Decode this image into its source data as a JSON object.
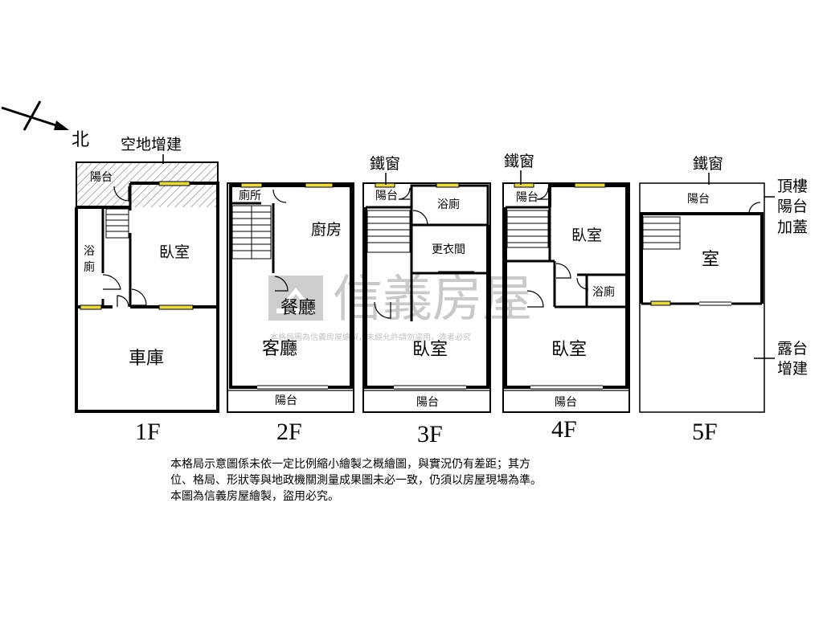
{
  "north_label": "北",
  "floors": [
    {
      "label": "1F",
      "rooms": {
        "balcony": "陽台",
        "bathroom_top": "浴",
        "bathroom_bottom": "廁",
        "bedroom": "臥室",
        "garage": "車庫"
      },
      "annotation": "空地增建"
    },
    {
      "label": "2F",
      "rooms": {
        "toilet": "廁所",
        "kitchen": "廚房",
        "dining": "餐廳",
        "living": "客廳",
        "balcony": "陽台"
      }
    },
    {
      "label": "3F",
      "rooms": {
        "balcony_top": "陽台",
        "bathroom": "浴廁",
        "closet": "更衣間",
        "bedroom": "臥室",
        "balcony_bottom": "陽台"
      },
      "annotation": "鐵窗"
    },
    {
      "label": "4F",
      "rooms": {
        "balcony_top": "陽台",
        "bedroom_top": "臥室",
        "bathroom": "浴廁",
        "bedroom_bottom": "臥室",
        "balcony_bottom": "陽台"
      },
      "annotation": "鐵窗"
    },
    {
      "label": "5F",
      "rooms": {
        "balcony": "陽台",
        "room": "室"
      },
      "annotation": "鐵窗",
      "side_notes": {
        "rooftop": [
          "頂樓",
          "陽台",
          "加蓋"
        ],
        "terrace": [
          "露台",
          "增建"
        ]
      }
    }
  ],
  "watermark": {
    "logo_text": "信義房屋",
    "small_text": "本格局圖為信義房屋繪製，未經允許請勿盜用，違者必究"
  },
  "disclaimer": [
    "本格局示意圖係未依一定比例縮小繪製之概繪圖，與實況仍有差距；其方",
    "位、格局、形狀等與地政機關測量成果圖未必一致，仍須以房屋現場為準。",
    "本圖為信義房屋繪製，盜用必究。"
  ],
  "colors": {
    "window_fill": "#e8d84a",
    "wall": "#000000",
    "watermark": "#b7b7b7"
  }
}
